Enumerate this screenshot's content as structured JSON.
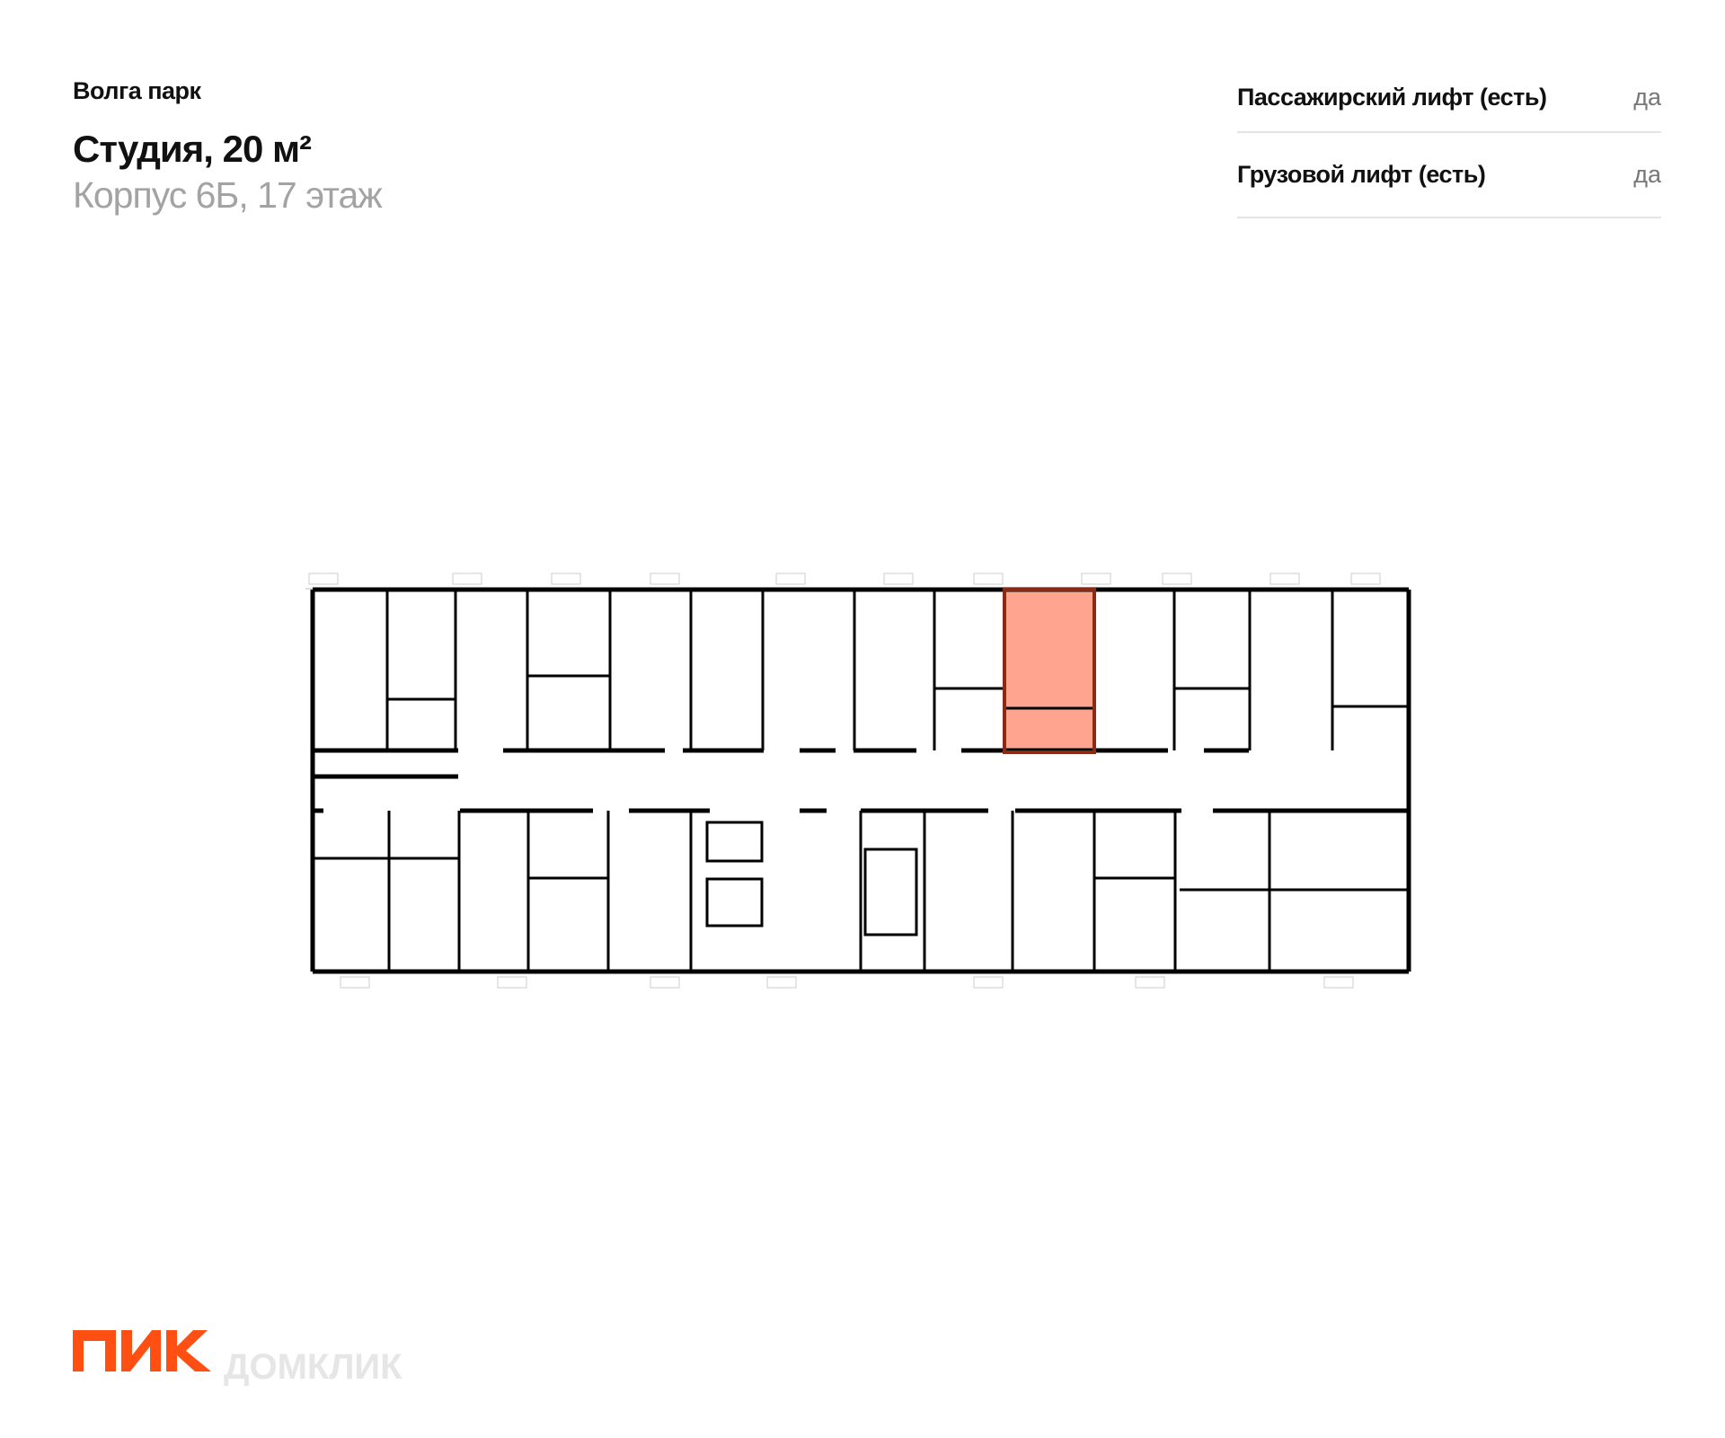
{
  "header": {
    "project": "Волга парк",
    "title": "Студия, 20 м²",
    "subtitle": "Корпус 6Б, 17 этаж"
  },
  "features": [
    {
      "label": "Пассажирский лифт (есть)",
      "value": "да"
    },
    {
      "label": "Грузовой лифт (есть)",
      "value": "да"
    }
  ],
  "floor_plan": {
    "highlight_color": "#ffa58f",
    "highlight_border": "#8b2a14",
    "wall_color": "#000000"
  },
  "logo": {
    "brand": "ПИК",
    "watermark": "ДОМКЛИК",
    "brand_color": "#ff4f12"
  }
}
